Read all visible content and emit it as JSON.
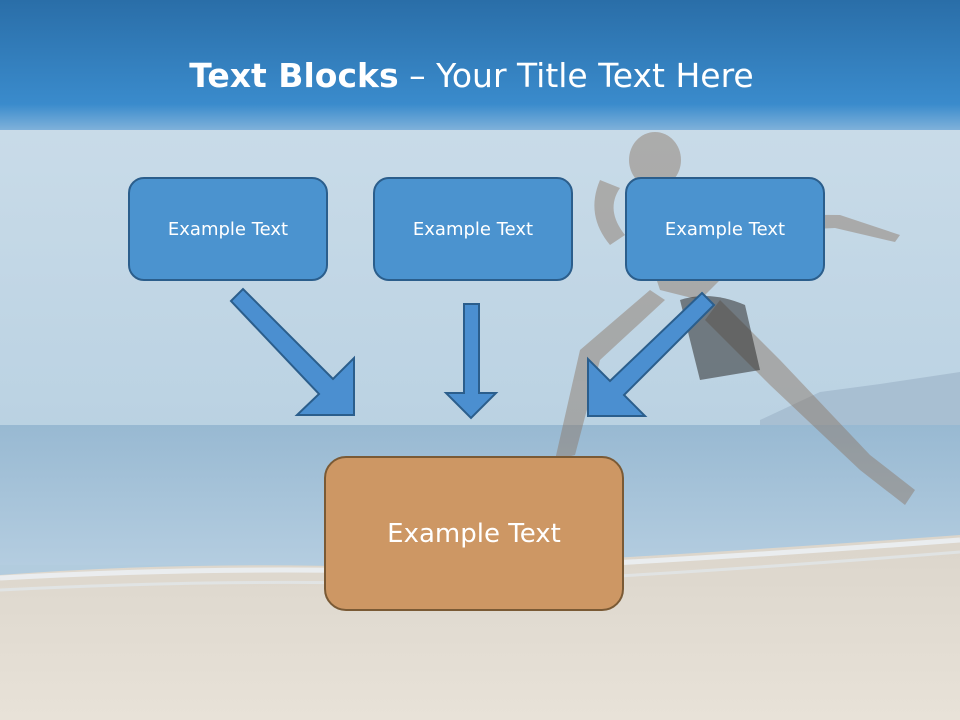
{
  "slide": {
    "title_bold": "Text Blocks",
    "title_dash": " – ",
    "title_rest": "Your Title Text Here"
  },
  "blocks": [
    {
      "label": "Example Text"
    },
    {
      "label": "Example Text"
    },
    {
      "label": "Example Text"
    }
  ],
  "target_block": {
    "label": "Example Text"
  },
  "colors": {
    "title_bar": "#2f7fc1",
    "block_fill": "#4b93cf",
    "block_border": "#2b5e8c",
    "arrow_fill": "#4b8fd0",
    "target_fill": "#cd9764",
    "target_border": "#7a5a35"
  },
  "background": {
    "image": "beach-runner-photo"
  }
}
